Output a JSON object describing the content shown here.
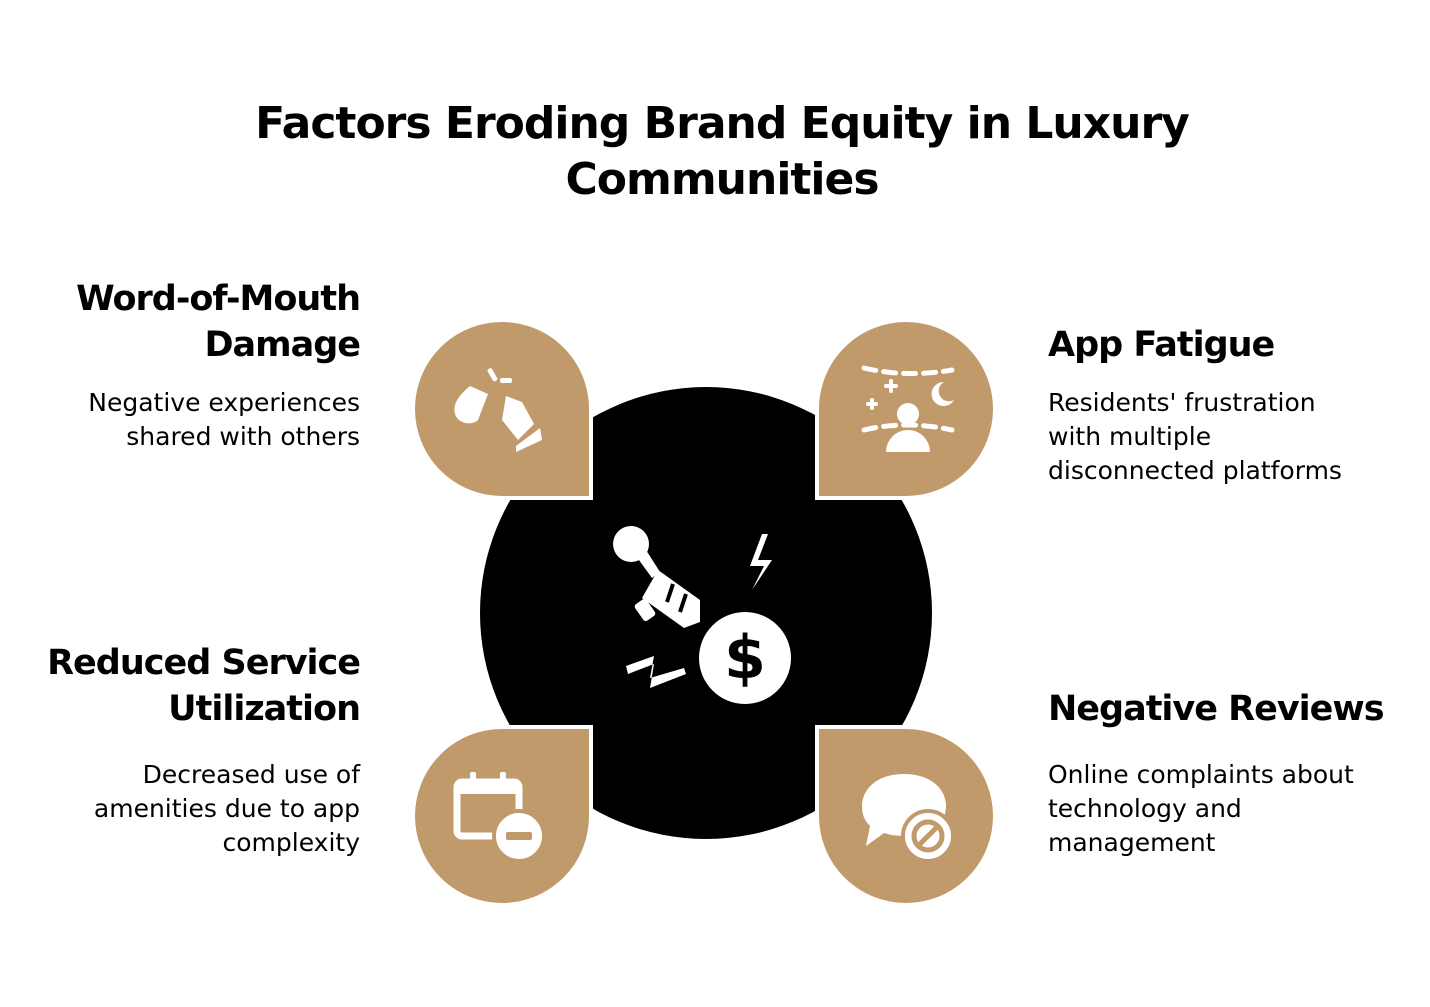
{
  "title": "Factors Eroding Brand Equity in Luxury Communities",
  "colors": {
    "accent": "#C19A6B",
    "center": "#000000",
    "background": "#FFFFFF",
    "icon": "#FFFFFF"
  },
  "center": {
    "icon": "broken-pen-with-dollar-icon"
  },
  "factors": [
    {
      "heading": "Word-of-Mouth Damage",
      "description": "Negative experiences shared with others",
      "icon": "megaphone-talk-icon"
    },
    {
      "heading": "App Fatigue",
      "description": "Residents' frustration with multiple disconnected platforms",
      "icon": "dizzy-person-icon"
    },
    {
      "heading": "Reduced Service Utilization",
      "description": "Decreased use of amenities due to app complexity",
      "icon": "calendar-minus-icon"
    },
    {
      "heading": "Negative Reviews",
      "description": "Online complaints about technology and management",
      "icon": "chat-blocked-icon"
    }
  ]
}
